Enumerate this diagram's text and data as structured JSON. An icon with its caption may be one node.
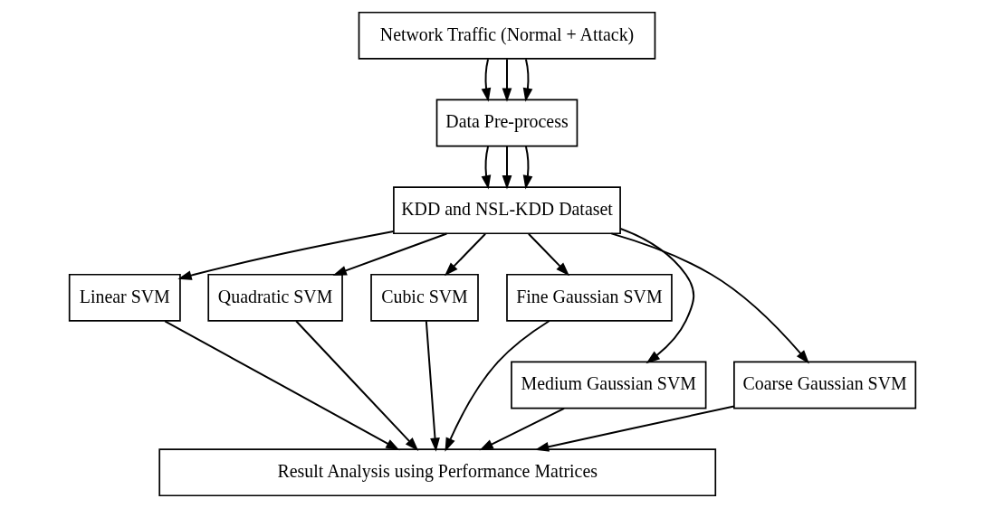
{
  "diagram": {
    "nodes": [
      {
        "text": [
          "Network Traffic (Normal + Attack)"
        ]
      },
      {
        "text": [
          "Data Pre-process"
        ]
      },
      {
        "text": [
          "KDD and NSL-KDD Dataset"
        ]
      },
      {
        "text": [
          "Linear SVM"
        ]
      },
      {
        "text": [
          "Quadratic SVM"
        ]
      },
      {
        "text": [
          "Cubic SVM"
        ]
      },
      {
        "text": [
          "Fine Gaussian SVM"
        ]
      },
      {
        "text": [
          "Medium Gaussian SVM"
        ]
      },
      {
        "text": [
          "Coarse Gaussian SVM"
        ]
      },
      {
        "text": [
          "Result Analysis using Performance Matrices"
        ]
      }
    ],
    "edges": [
      {
        "from": 0,
        "to": 1,
        "arrow": "to"
      },
      {
        "from": 0,
        "to": 1,
        "arrow": "to"
      },
      {
        "from": 0,
        "to": 1,
        "arrow": "to"
      },
      {
        "from": 1,
        "to": 2,
        "arrow": "to"
      },
      {
        "from": 1,
        "to": 2,
        "arrow": "to"
      },
      {
        "from": 1,
        "to": 2,
        "arrow": "to"
      },
      {
        "from": 2,
        "to": 3,
        "arrow": "to"
      },
      {
        "from": 2,
        "to": 7,
        "arrow": "to"
      },
      {
        "from": 2,
        "to": 4,
        "arrow": "to"
      },
      {
        "from": 2,
        "to": 5,
        "arrow": "to"
      },
      {
        "from": 2,
        "to": 8,
        "arrow": "to"
      },
      {
        "from": 2,
        "to": 6,
        "arrow": "to"
      },
      {
        "from": 3,
        "to": 9,
        "arrow": "to"
      },
      {
        "from": 7,
        "to": 9,
        "arrow": "to"
      },
      {
        "from": 4,
        "to": 9,
        "arrow": "to"
      },
      {
        "from": 5,
        "to": 9,
        "arrow": "to"
      },
      {
        "from": 8,
        "to": 9,
        "arrow": "to"
      },
      {
        "from": 6,
        "to": 9,
        "arrow": "to"
      }
    ]
  }
}
